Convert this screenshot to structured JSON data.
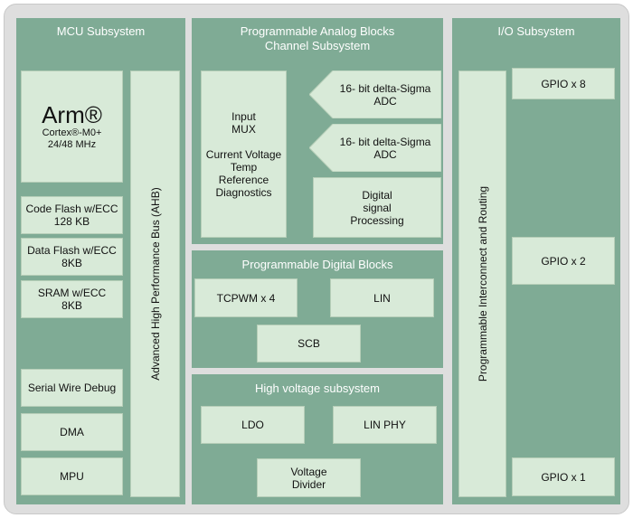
{
  "mcu": {
    "title": "MCU Subsystem",
    "arm_brand": "Arm®",
    "arm_core": "Cortex®-M0+",
    "arm_freq": "24/48 MHz",
    "bus_label": "Advanced High Performance Bus (AHB)",
    "code_flash": "Code Flash w/ECC\n128 KB",
    "data_flash": "Data Flash w/ECC\n8KB",
    "sram": "SRAM w/ECC\n8KB",
    "swd": "Serial Wire Debug",
    "dma": "DMA",
    "mpu": "MPU"
  },
  "analog": {
    "title": "Programmable Analog Blocks\nChannel Subsystem",
    "mux": "Input\nMUX\n\nCurrent Voltage\nTemp\nReference\nDiagnostics",
    "adc1": "16- bit delta-Sigma\nADC",
    "adc2": "16- bit delta-Sigma\nADC",
    "dsp": "Digital\nsignal\nProcessing"
  },
  "digital": {
    "title": "Programmable Digital Blocks",
    "tcpwm": "TCPWM x 4",
    "lin": "LIN",
    "scb": "SCB"
  },
  "hv": {
    "title": "High voltage subsystem",
    "ldo": "LDO",
    "linphy": "LIN PHY",
    "divider": "Voltage\nDivider"
  },
  "io": {
    "title": "I/O Subsystem",
    "interconnect": "Programmable Interconnect and Routing",
    "gpio8": "GPIO x 8",
    "gpio2": "GPIO x 2",
    "gpio1": "GPIO x 1"
  },
  "colors": {
    "panel": "#7fab95",
    "box": "#d8ead8",
    "frame": "#dedede"
  }
}
